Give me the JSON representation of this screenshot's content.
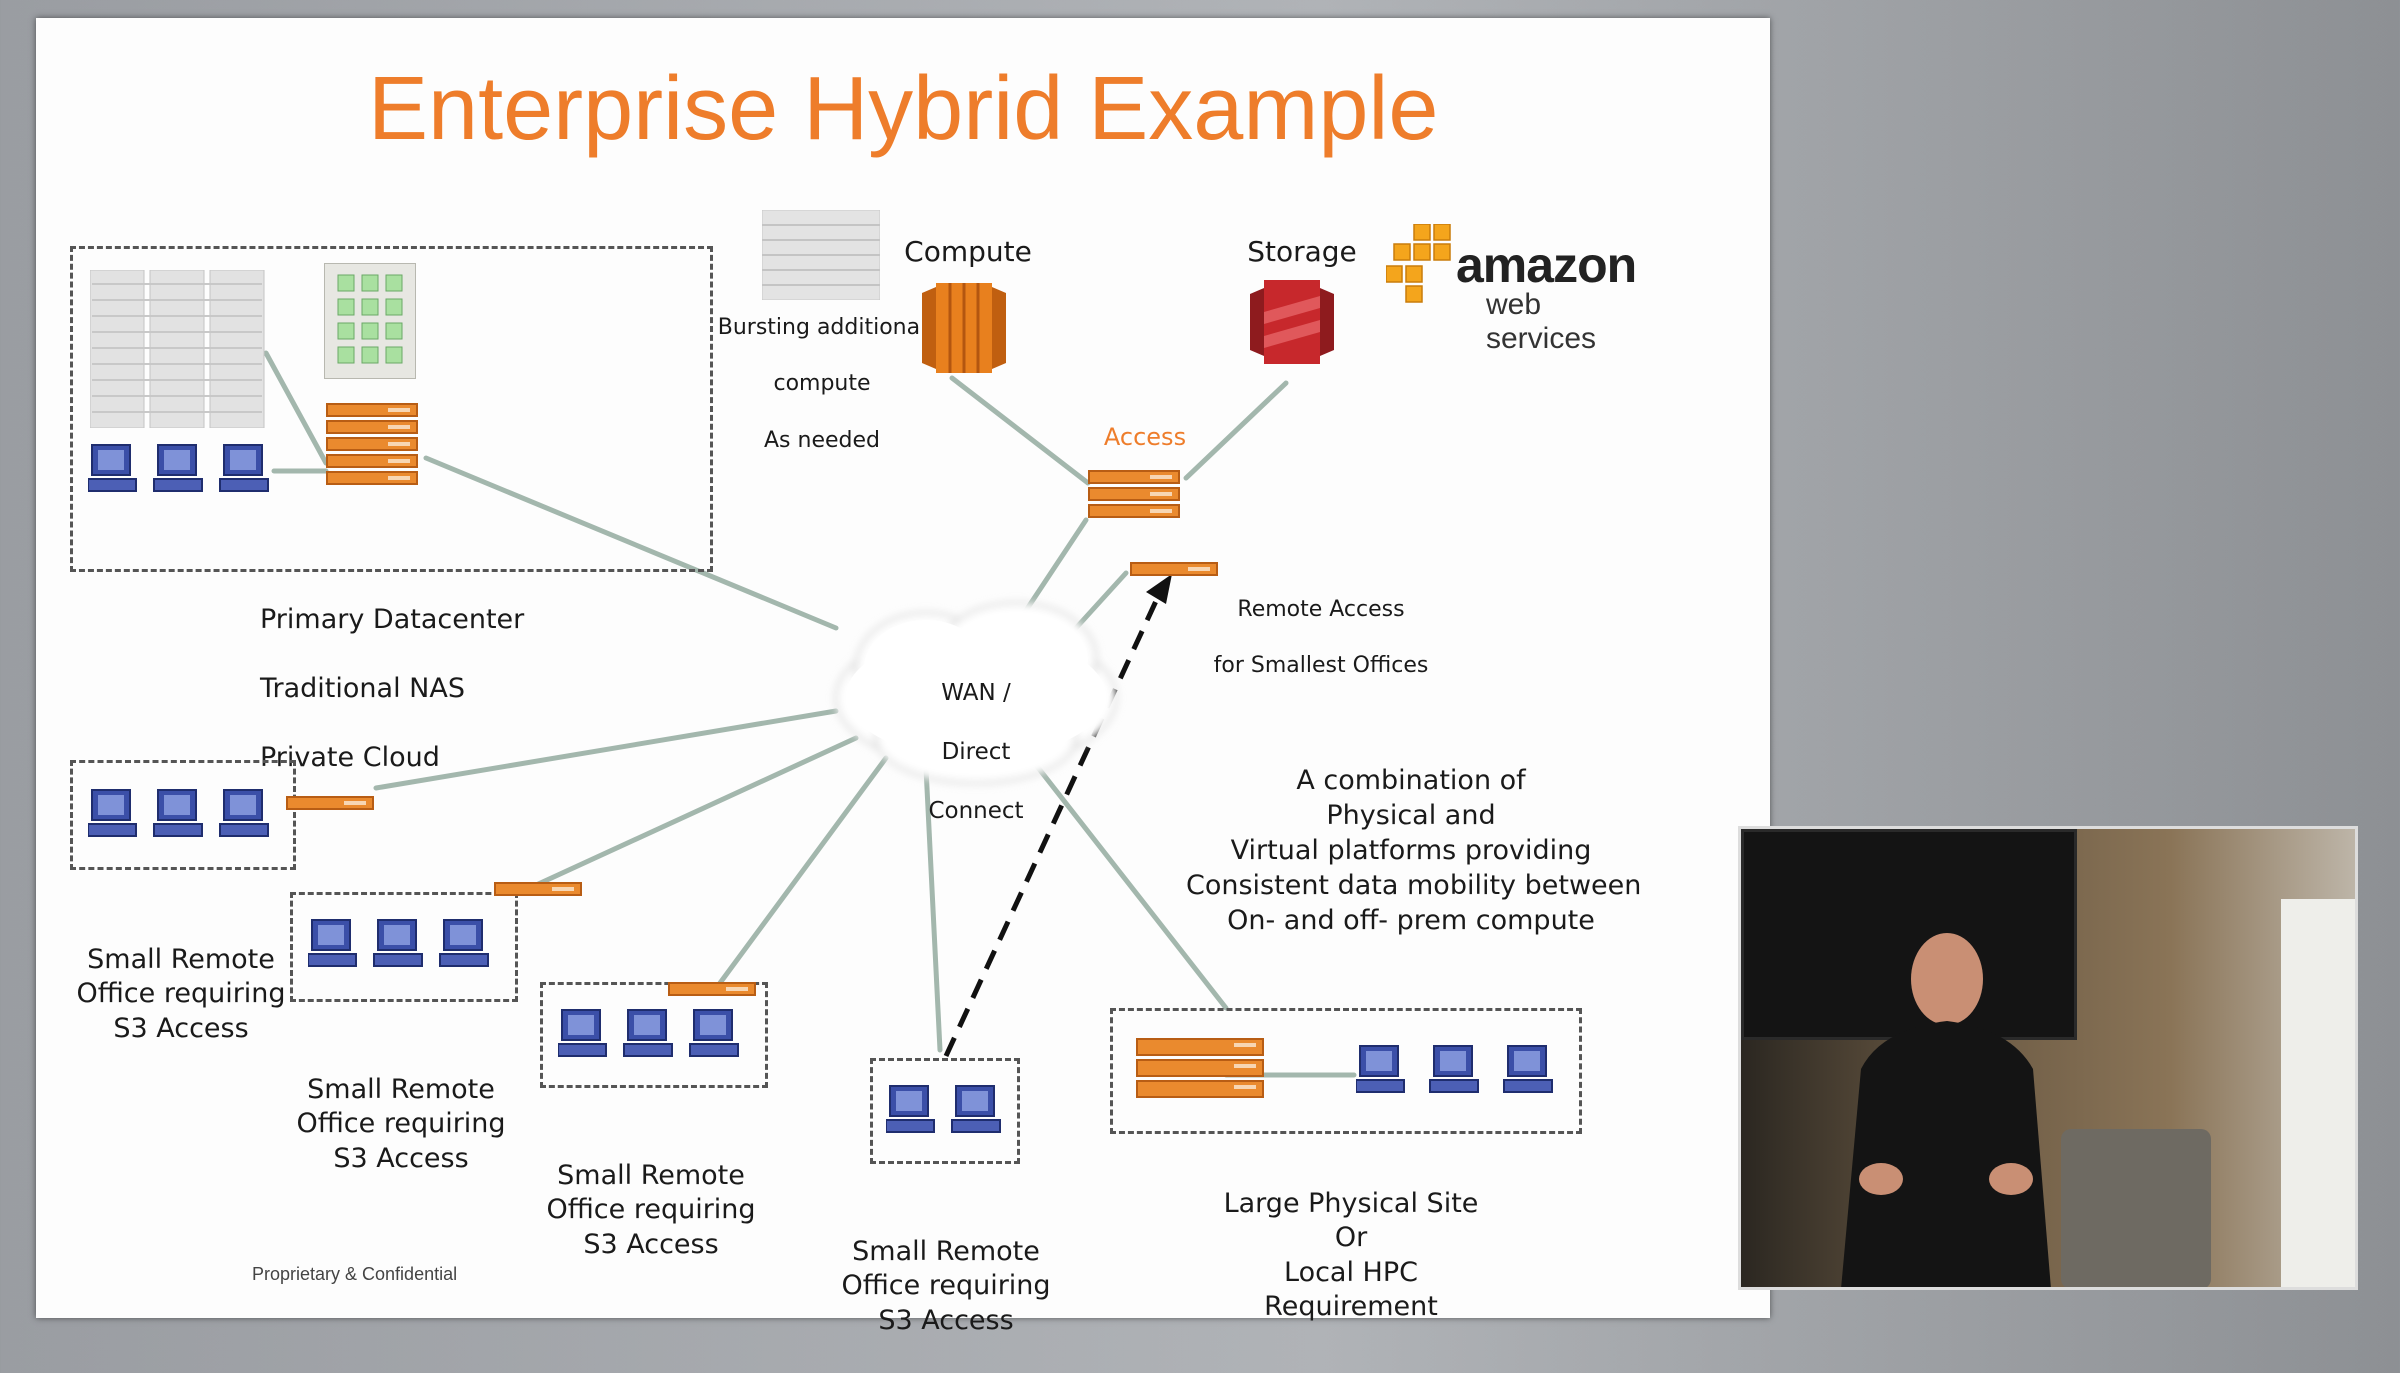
{
  "slide": {
    "title": "Enterprise Hybrid Example",
    "footer": "Proprietary & Confidential"
  },
  "cloud": {
    "compute_label": "Compute",
    "storage_label": "Storage",
    "bursting_label": [
      "Bursting additional",
      "compute",
      "As needed"
    ],
    "access_label": "Access",
    "remote_access_label": [
      "Remote Access",
      "for Smallest Offices"
    ],
    "aws_logo": {
      "word1": "amazon",
      "word2": "web services"
    }
  },
  "wan": {
    "label": [
      "WAN /",
      "Direct",
      "Connect"
    ]
  },
  "primary_datacenter": {
    "label": [
      "Primary Datacenter",
      "Traditional NAS",
      "Private Cloud"
    ]
  },
  "offices": [
    {
      "label": [
        "Small Remote",
        "Office requiring",
        "S3 Access"
      ]
    },
    {
      "label": [
        "Small Remote",
        "Office requiring",
        "S3 Access"
      ]
    },
    {
      "label": [
        "Small Remote",
        "Office requiring",
        "S3 Access"
      ]
    },
    {
      "label": [
        "Small Remote",
        "Office requiring",
        "S3 Access"
      ]
    }
  ],
  "large_site": {
    "label": [
      "Large Physical Site",
      "Or",
      "Local HPC",
      "Requirement"
    ]
  },
  "summary": {
    "lines": [
      "A combination of",
      "Physical and",
      "Virtual platforms providing",
      "Consistent data mobility between",
      "On- and off- prem compute"
    ]
  },
  "colors": {
    "accent": "#ee7d2b",
    "router": "#ea8a2e",
    "line": "#a3b7ad",
    "aws_red": "#c7282c",
    "aws_orange": "#e8801e",
    "pc_blue": "#3b4fa8"
  },
  "icons": [
    "server-rack-icon",
    "storage-array-icon",
    "router-icon",
    "computer-icon",
    "cloud-icon",
    "ec2-compute-icon",
    "s3-storage-icon",
    "aws-logo"
  ]
}
